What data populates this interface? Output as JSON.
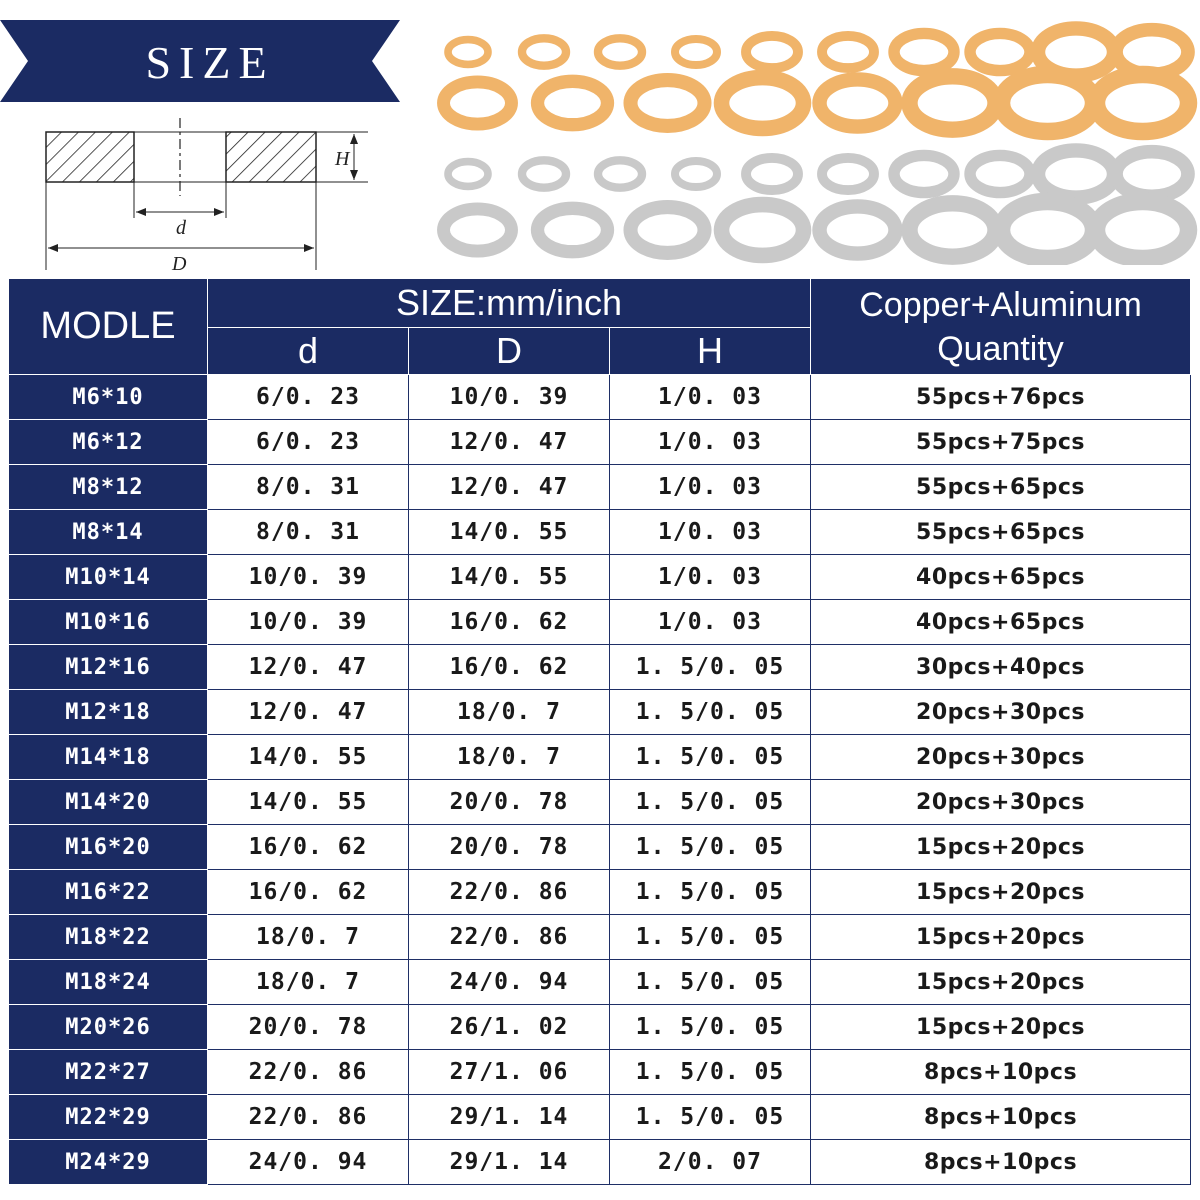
{
  "banner": {
    "title": "SIZE",
    "color": "#1b2b63"
  },
  "diagram": {
    "label_h": "H",
    "label_d": "d",
    "label_D": "D"
  },
  "photo": {
    "copper_color": "#f0b46a",
    "aluminum_color": "#c9c9c9",
    "rows": [
      {
        "material": "copper",
        "count": 10
      },
      {
        "material": "copper",
        "count": 8
      },
      {
        "material": "aluminum",
        "count": 10
      },
      {
        "material": "aluminum",
        "count": 8
      }
    ]
  },
  "table": {
    "header_model": "MODLE",
    "header_size": "SIZE:mm/inch",
    "header_d": "d",
    "header_D": "D",
    "header_H": "H",
    "header_qty_line1": "Copper+Aluminum",
    "header_qty_line2": "Quantity",
    "header_color": "#1b2b63",
    "rows": [
      {
        "model": "M6*10",
        "d": "6/0. 23",
        "D": "10/0. 39",
        "H": "1/0. 03",
        "qty": "55pcs+76pcs"
      },
      {
        "model": "M6*12",
        "d": "6/0. 23",
        "D": "12/0. 47",
        "H": "1/0. 03",
        "qty": "55pcs+75pcs"
      },
      {
        "model": "M8*12",
        "d": "8/0. 31",
        "D": "12/0. 47",
        "H": "1/0. 03",
        "qty": "55pcs+65pcs"
      },
      {
        "model": "M8*14",
        "d": "8/0. 31",
        "D": "14/0. 55",
        "H": "1/0. 03",
        "qty": "55pcs+65pcs"
      },
      {
        "model": "M10*14",
        "d": "10/0. 39",
        "D": "14/0. 55",
        "H": "1/0. 03",
        "qty": "40pcs+65pcs"
      },
      {
        "model": "M10*16",
        "d": "10/0. 39",
        "D": "16/0. 62",
        "H": "1/0. 03",
        "qty": "40pcs+65pcs"
      },
      {
        "model": "M12*16",
        "d": "12/0. 47",
        "D": "16/0. 62",
        "H": "1. 5/0. 05",
        "qty": "30pcs+40pcs"
      },
      {
        "model": "M12*18",
        "d": "12/0. 47",
        "D": "18/0. 7",
        "H": "1. 5/0. 05",
        "qty": "20pcs+30pcs"
      },
      {
        "model": "M14*18",
        "d": "14/0. 55",
        "D": "18/0. 7",
        "H": "1. 5/0. 05",
        "qty": "20pcs+30pcs"
      },
      {
        "model": "M14*20",
        "d": "14/0. 55",
        "D": "20/0. 78",
        "H": "1. 5/0. 05",
        "qty": "20pcs+30pcs"
      },
      {
        "model": "M16*20",
        "d": "16/0. 62",
        "D": "20/0. 78",
        "H": "1. 5/0. 05",
        "qty": "15pcs+20pcs"
      },
      {
        "model": "M16*22",
        "d": "16/0. 62",
        "D": "22/0. 86",
        "H": "1. 5/0. 05",
        "qty": "15pcs+20pcs"
      },
      {
        "model": "M18*22",
        "d": "18/0. 7",
        "D": "22/0. 86",
        "H": "1. 5/0. 05",
        "qty": "15pcs+20pcs"
      },
      {
        "model": "M18*24",
        "d": "18/0. 7",
        "D": "24/0. 94",
        "H": "1. 5/0. 05",
        "qty": "15pcs+20pcs"
      },
      {
        "model": "M20*26",
        "d": "20/0. 78",
        "D": "26/1. 02",
        "H": "1. 5/0. 05",
        "qty": "15pcs+20pcs"
      },
      {
        "model": "M22*27",
        "d": "22/0. 86",
        "D": "27/1. 06",
        "H": "1. 5/0. 05",
        "qty": "8pcs+10pcs"
      },
      {
        "model": "M22*29",
        "d": "22/0. 86",
        "D": "29/1. 14",
        "H": "1. 5/0. 05",
        "qty": "8pcs+10pcs"
      },
      {
        "model": "M24*29",
        "d": "24/0. 94",
        "D": "29/1. 14",
        "H": "2/0. 07",
        "qty": "8pcs+10pcs"
      }
    ]
  }
}
